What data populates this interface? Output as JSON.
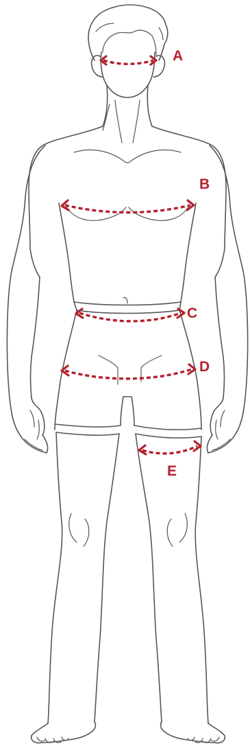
{
  "diagram": {
    "measurements": [
      {
        "id": "head",
        "label": "A"
      },
      {
        "id": "chest",
        "label": "B"
      },
      {
        "id": "waist",
        "label": "C"
      },
      {
        "id": "hips",
        "label": "D"
      },
      {
        "id": "thigh",
        "label": "E"
      }
    ],
    "colors": {
      "outline": "#555555",
      "measure": "#b3212d",
      "background": "#ffffff"
    }
  }
}
